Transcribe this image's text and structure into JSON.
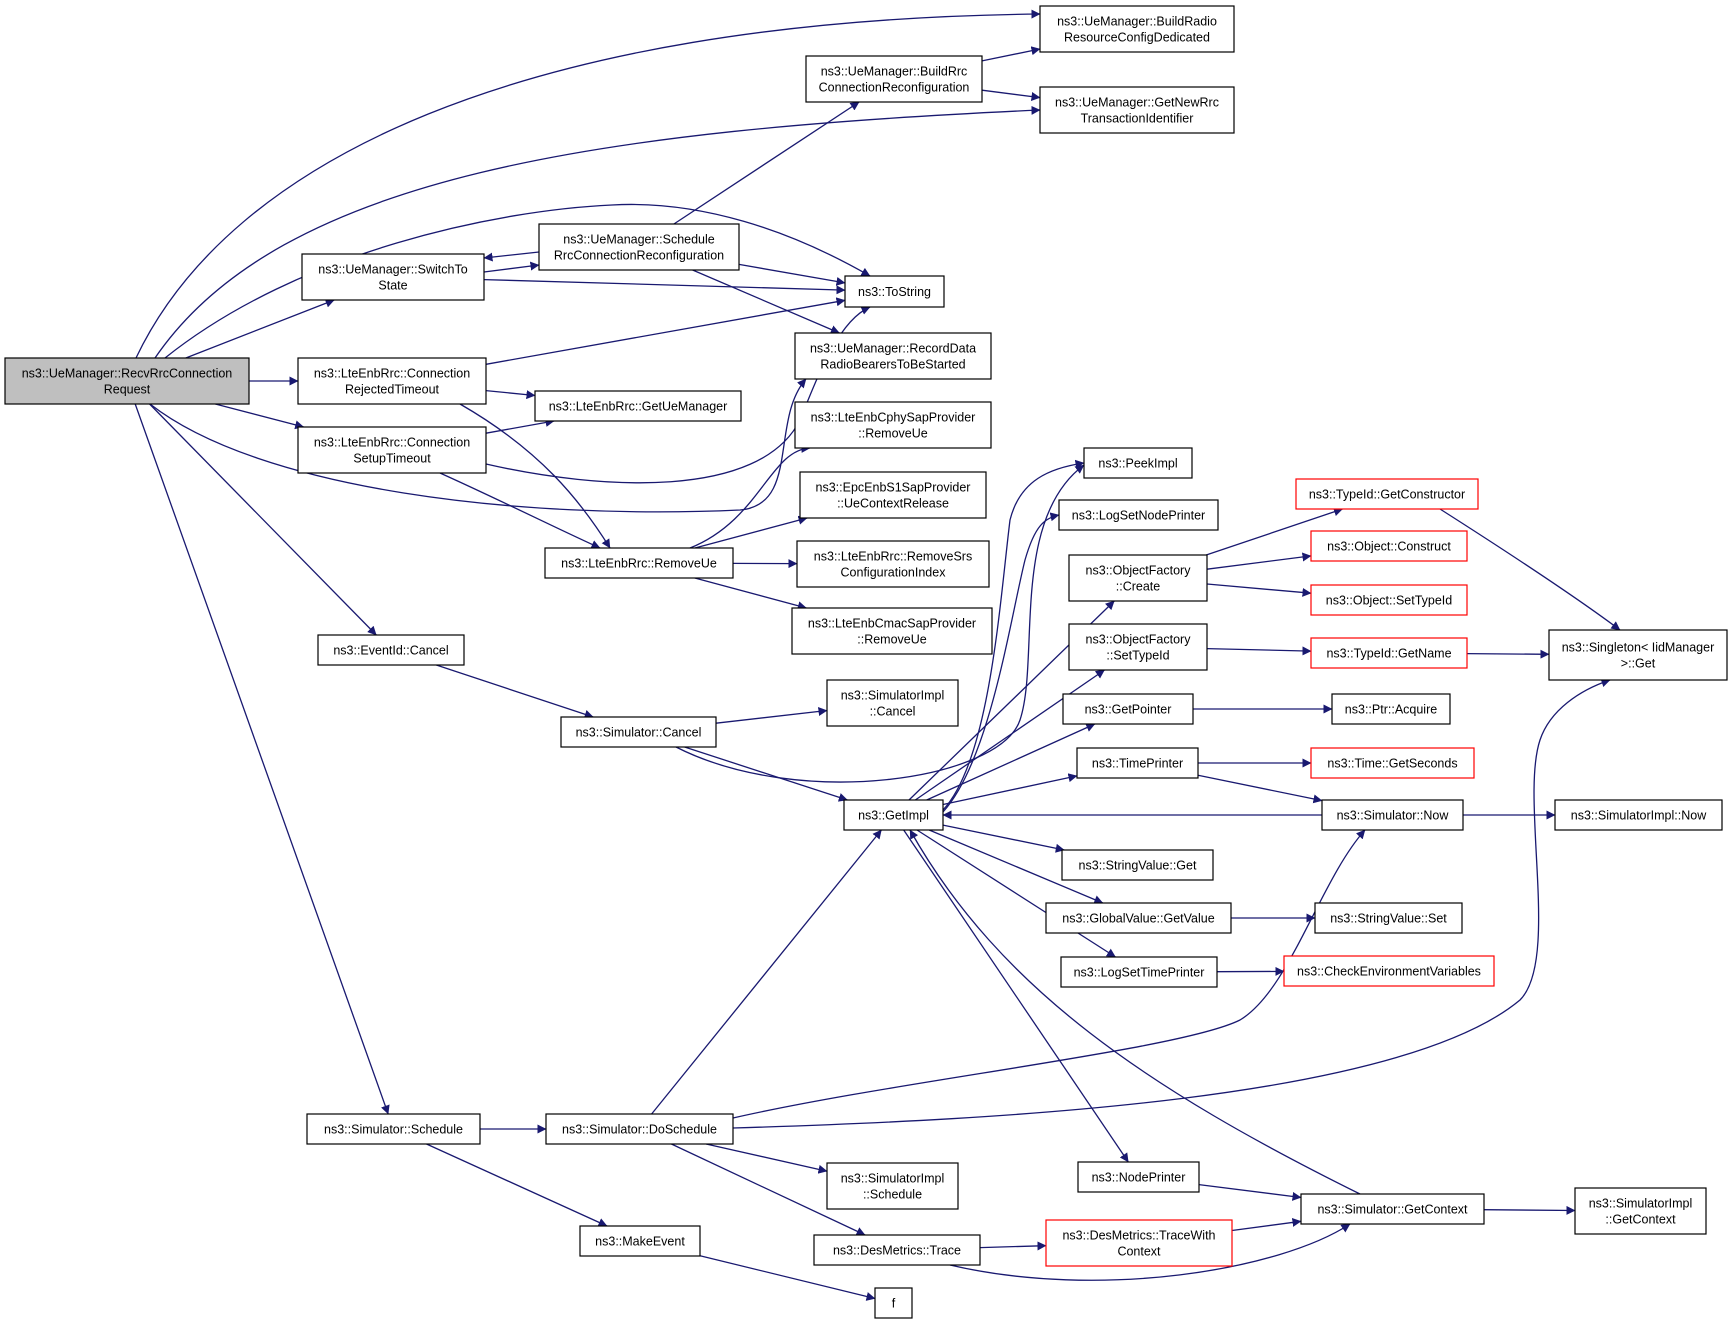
{
  "colors": {
    "edge": "#191970",
    "node_border": "#000000",
    "node_border_truncated": "#ff0000",
    "root_fill": "#bfbfbf",
    "node_fill": "#ffffff"
  },
  "graph": {
    "root": "RecvRrcConnectionRequest",
    "nodes": [
      {
        "id": "RecvRrcConnectionRequest",
        "lines": [
          "ns3::UeManager::RecvRrcConnection",
          "Request"
        ],
        "root": true
      },
      {
        "id": "BuildRadioResourceConfigDedicated",
        "lines": [
          "ns3::UeManager::BuildRadio",
          "ResourceConfigDedicated"
        ]
      },
      {
        "id": "BuildRrcConnectionReconfiguration",
        "lines": [
          "ns3::UeManager::BuildRrc",
          "ConnectionReconfiguration"
        ]
      },
      {
        "id": "GetNewRrcTransactionIdentifier",
        "lines": [
          "ns3::UeManager::GetNewRrc",
          "TransactionIdentifier"
        ]
      },
      {
        "id": "ScheduleRrcConnectionReconfiguration",
        "lines": [
          "ns3::UeManager::Schedule",
          "RrcConnectionReconfiguration"
        ]
      },
      {
        "id": "SwitchToState",
        "lines": [
          "ns3::UeManager::SwitchTo",
          "State"
        ]
      },
      {
        "id": "ToString",
        "lines": [
          "ns3::ToString"
        ]
      },
      {
        "id": "RecordDataRadioBearersToBeStarted",
        "lines": [
          "ns3::UeManager::RecordData",
          "RadioBearersToBeStarted"
        ]
      },
      {
        "id": "ConnectionRejectedTimeout",
        "lines": [
          "ns3::LteEnbRrc::Connection",
          "RejectedTimeout"
        ]
      },
      {
        "id": "GetUeManager",
        "lines": [
          "ns3::LteEnbRrc::GetUeManager"
        ]
      },
      {
        "id": "CphyRemoveUe",
        "lines": [
          "ns3::LteEnbCphySapProvider",
          "::RemoveUe"
        ]
      },
      {
        "id": "ConnectionSetupTimeout",
        "lines": [
          "ns3::LteEnbRrc::Connection",
          "SetupTimeout"
        ]
      },
      {
        "id": "PeekImpl",
        "lines": [
          "ns3::PeekImpl"
        ]
      },
      {
        "id": "UeContextRelease",
        "lines": [
          "ns3::EpcEnbS1SapProvider",
          "::UeContextRelease"
        ]
      },
      {
        "id": "TypeIdGetConstructor",
        "lines": [
          "ns3::TypeId::GetConstructor"
        ],
        "truncated": true
      },
      {
        "id": "LogSetNodePrinter",
        "lines": [
          "ns3::LogSetNodePrinter"
        ]
      },
      {
        "id": "ObjectConstruct",
        "lines": [
          "ns3::Object::Construct"
        ],
        "truncated": true
      },
      {
        "id": "ObjectFactoryCreate",
        "lines": [
          "ns3::ObjectFactory",
          "::Create"
        ]
      },
      {
        "id": "RemoveUe",
        "lines": [
          "ns3::LteEnbRrc::RemoveUe"
        ]
      },
      {
        "id": "RemoveSrsConfigurationIndex",
        "lines": [
          "ns3::LteEnbRrc::RemoveSrs",
          "ConfigurationIndex"
        ]
      },
      {
        "id": "ObjectSetTypeId",
        "lines": [
          "ns3::Object::SetTypeId"
        ],
        "truncated": true
      },
      {
        "id": "CmacRemoveUe",
        "lines": [
          "ns3::LteEnbCmacSapProvider",
          "::RemoveUe"
        ]
      },
      {
        "id": "ObjectFactorySetTypeId",
        "lines": [
          "ns3::ObjectFactory",
          "::SetTypeId"
        ]
      },
      {
        "id": "EventIdCancel",
        "lines": [
          "ns3::EventId::Cancel"
        ]
      },
      {
        "id": "TypeIdGetName",
        "lines": [
          "ns3::TypeId::GetName"
        ],
        "truncated": true
      },
      {
        "id": "SingletonGet",
        "lines": [
          "ns3::Singleton< IidManager",
          ">::Get"
        ]
      },
      {
        "id": "SimulatorImplCancel",
        "lines": [
          "ns3::SimulatorImpl",
          "::Cancel"
        ]
      },
      {
        "id": "SimulatorCancel",
        "lines": [
          "ns3::Simulator::Cancel"
        ]
      },
      {
        "id": "GetPointer",
        "lines": [
          "ns3::GetPointer"
        ]
      },
      {
        "id": "PtrAcquire",
        "lines": [
          "ns3::Ptr::Acquire"
        ]
      },
      {
        "id": "TimePrinter",
        "lines": [
          "ns3::TimePrinter"
        ]
      },
      {
        "id": "TimeGetSeconds",
        "lines": [
          "ns3::Time::GetSeconds"
        ],
        "truncated": true
      },
      {
        "id": "GetImpl",
        "lines": [
          "ns3::GetImpl"
        ]
      },
      {
        "id": "SimulatorNow",
        "lines": [
          "ns3::Simulator::Now"
        ]
      },
      {
        "id": "SimulatorImplNow",
        "lines": [
          "ns3::SimulatorImpl::Now"
        ]
      },
      {
        "id": "StringValueGet",
        "lines": [
          "ns3::StringValue::Get"
        ]
      },
      {
        "id": "GlobalValueGetValue",
        "lines": [
          "ns3::GlobalValue::GetValue"
        ]
      },
      {
        "id": "StringValueSet",
        "lines": [
          "ns3::StringValue::Set"
        ]
      },
      {
        "id": "LogSetTimePrinter",
        "lines": [
          "ns3::LogSetTimePrinter"
        ]
      },
      {
        "id": "CheckEnvironmentVariables",
        "lines": [
          "ns3::CheckEnvironmentVariables"
        ],
        "truncated": true
      },
      {
        "id": "SimulatorSchedule",
        "lines": [
          "ns3::Simulator::Schedule"
        ]
      },
      {
        "id": "SimulatorDoSchedule",
        "lines": [
          "ns3::Simulator::DoSchedule"
        ]
      },
      {
        "id": "SimulatorImplSchedule",
        "lines": [
          "ns3::SimulatorImpl",
          "::Schedule"
        ]
      },
      {
        "id": "NodePrinter",
        "lines": [
          "ns3::NodePrinter"
        ]
      },
      {
        "id": "SimulatorGetContext",
        "lines": [
          "ns3::Simulator::GetContext"
        ]
      },
      {
        "id": "SimulatorImplGetContext",
        "lines": [
          "ns3::SimulatorImpl",
          "::GetContext"
        ]
      },
      {
        "id": "DesMetricsTraceWithContext",
        "lines": [
          "ns3::DesMetrics::TraceWith",
          "Context"
        ],
        "truncated": true
      },
      {
        "id": "MakeEvent",
        "lines": [
          "ns3::MakeEvent"
        ]
      },
      {
        "id": "DesMetricsTrace",
        "lines": [
          "ns3::DesMetrics::Trace"
        ]
      },
      {
        "id": "f",
        "lines": [
          "f"
        ]
      }
    ],
    "edges": [
      [
        "RecvRrcConnectionRequest",
        "BuildRadioResourceConfigDedicated"
      ],
      [
        "RecvRrcConnectionRequest",
        "GetNewRrcTransactionIdentifier"
      ],
      [
        "RecvRrcConnectionRequest",
        "ToString"
      ],
      [
        "RecvRrcConnectionRequest",
        "SwitchToState"
      ],
      [
        "RecvRrcConnectionRequest",
        "ConnectionRejectedTimeout"
      ],
      [
        "RecvRrcConnectionRequest",
        "ConnectionSetupTimeout"
      ],
      [
        "RecvRrcConnectionRequest",
        "RecordDataRadioBearersToBeStarted"
      ],
      [
        "RecvRrcConnectionRequest",
        "EventIdCancel"
      ],
      [
        "RecvRrcConnectionRequest",
        "SimulatorSchedule"
      ],
      [
        "BuildRrcConnectionReconfiguration",
        "BuildRadioResourceConfigDedicated"
      ],
      [
        "BuildRrcConnectionReconfiguration",
        "GetNewRrcTransactionIdentifier"
      ],
      [
        "ScheduleRrcConnectionReconfiguration",
        "BuildRrcConnectionReconfiguration"
      ],
      [
        "ScheduleRrcConnectionReconfiguration",
        "SwitchToState"
      ],
      [
        "ScheduleRrcConnectionReconfiguration",
        "ToString"
      ],
      [
        "ScheduleRrcConnectionReconfiguration",
        "RecordDataRadioBearersToBeStarted"
      ],
      [
        "SwitchToState",
        "ScheduleRrcConnectionReconfiguration"
      ],
      [
        "SwitchToState",
        "ToString"
      ],
      [
        "ConnectionRejectedTimeout",
        "ToString"
      ],
      [
        "ConnectionRejectedTimeout",
        "GetUeManager"
      ],
      [
        "ConnectionRejectedTimeout",
        "RemoveUe"
      ],
      [
        "ConnectionSetupTimeout",
        "GetUeManager"
      ],
      [
        "ConnectionSetupTimeout",
        "ToString"
      ],
      [
        "ConnectionSetupTimeout",
        "RemoveUe"
      ],
      [
        "RemoveUe",
        "CphyRemoveUe"
      ],
      [
        "RemoveUe",
        "UeContextRelease"
      ],
      [
        "RemoveUe",
        "RemoveSrsConfigurationIndex"
      ],
      [
        "RemoveUe",
        "CmacRemoveUe"
      ],
      [
        "EventIdCancel",
        "SimulatorCancel"
      ],
      [
        "SimulatorCancel",
        "SimulatorImplCancel"
      ],
      [
        "SimulatorCancel",
        "GetImpl"
      ],
      [
        "SimulatorCancel",
        "PeekImpl"
      ],
      [
        "GetImpl",
        "PeekImpl"
      ],
      [
        "GetImpl",
        "LogSetNodePrinter"
      ],
      [
        "GetImpl",
        "ObjectFactoryCreate"
      ],
      [
        "GetImpl",
        "ObjectFactorySetTypeId"
      ],
      [
        "GetImpl",
        "GetPointer"
      ],
      [
        "GetImpl",
        "TimePrinter"
      ],
      [
        "GetImpl",
        "StringValueGet"
      ],
      [
        "GetImpl",
        "GlobalValueGetValue"
      ],
      [
        "GetImpl",
        "LogSetTimePrinter"
      ],
      [
        "GetImpl",
        "NodePrinter"
      ],
      [
        "ObjectFactoryCreate",
        "TypeIdGetConstructor"
      ],
      [
        "ObjectFactoryCreate",
        "ObjectConstruct"
      ],
      [
        "ObjectFactoryCreate",
        "ObjectSetTypeId"
      ],
      [
        "ObjectFactorySetTypeId",
        "TypeIdGetName"
      ],
      [
        "TypeIdGetConstructor",
        "SingletonGet"
      ],
      [
        "TypeIdGetName",
        "SingletonGet"
      ],
      [
        "GetPointer",
        "PtrAcquire"
      ],
      [
        "TimePrinter",
        "TimeGetSeconds"
      ],
      [
        "TimePrinter",
        "SimulatorNow"
      ],
      [
        "SimulatorNow",
        "GetImpl"
      ],
      [
        "SimulatorNow",
        "SimulatorImplNow"
      ],
      [
        "GlobalValueGetValue",
        "StringValueSet"
      ],
      [
        "LogSetTimePrinter",
        "CheckEnvironmentVariables"
      ],
      [
        "SimulatorSchedule",
        "SimulatorDoSchedule"
      ],
      [
        "SimulatorSchedule",
        "MakeEvent"
      ],
      [
        "SimulatorDoSchedule",
        "GetImpl"
      ],
      [
        "SimulatorDoSchedule",
        "SimulatorNow"
      ],
      [
        "SimulatorDoSchedule",
        "SingletonGet"
      ],
      [
        "SimulatorDoSchedule",
        "SimulatorImplSchedule"
      ],
      [
        "SimulatorDoSchedule",
        "DesMetricsTrace"
      ],
      [
        "NodePrinter",
        "SimulatorGetContext"
      ],
      [
        "SimulatorGetContext",
        "GetImpl"
      ],
      [
        "SimulatorGetContext",
        "SimulatorImplGetContext"
      ],
      [
        "DesMetricsTrace",
        "DesMetricsTraceWithContext"
      ],
      [
        "DesMetricsTrace",
        "SimulatorGetContext"
      ],
      [
        "DesMetricsTraceWithContext",
        "SimulatorGetContext"
      ],
      [
        "MakeEvent",
        "f"
      ]
    ]
  }
}
